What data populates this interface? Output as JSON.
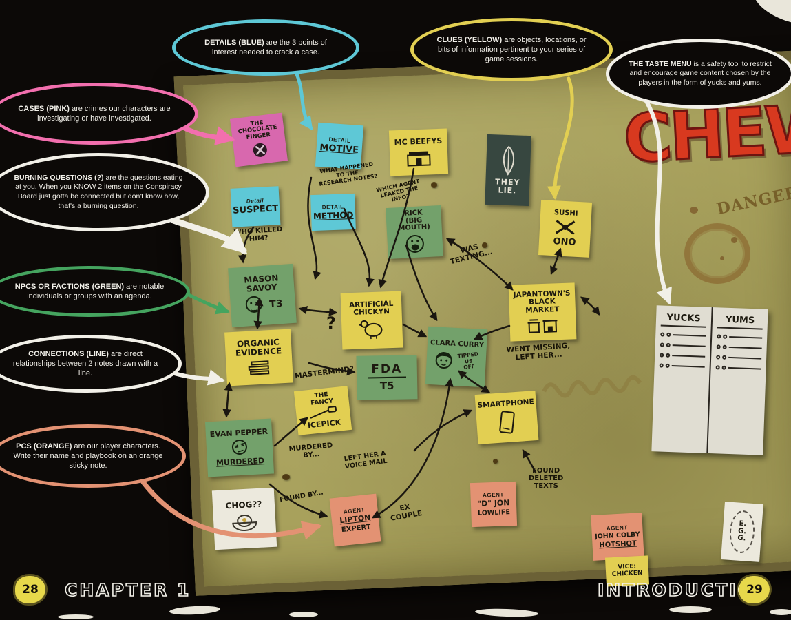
{
  "callouts": [
    {
      "name": "details",
      "lead": "DETAILS (BLUE)",
      "rest": " are the 3 points of interest needed to crack a case."
    },
    {
      "name": "clues",
      "lead": "CLUES (YELLOW)",
      "rest": " are objects, locations, or bits of information pertinent to your series of game sessions."
    },
    {
      "name": "taste_menu",
      "lead": "THE TASTE MENU",
      "rest": " is a safety tool to restrict and encourage game content chosen by the players in the form of yucks and yums."
    },
    {
      "name": "cases",
      "lead": "CASES (PINK)",
      "rest": " are crimes our characters are investigating or have investigated."
    },
    {
      "name": "burning_questions",
      "lead": "BURNING QUESTIONS (?)",
      "rest": " are the questions eating at you. When you KNOW 2 items on the Conspiracy Board just gotta be connected but don't know how, that's a burning question."
    },
    {
      "name": "npcs",
      "lead": "NPCS OR FACTIONS (GREEN)",
      "rest": " are notable individuals or groups with an agenda."
    },
    {
      "name": "connections",
      "lead": "CONNECTIONS (LINE)",
      "rest": " are direct relationships between 2 notes drawn with a line."
    },
    {
      "name": "pcs",
      "lead": "PCS (ORANGE)",
      "rest": " are our player characters. Write their name and playbook on an orange sticky note."
    }
  ],
  "board": {
    "logo": "CHEW",
    "danger": "DANGER"
  },
  "notes": {
    "chocolate_finger": {
      "title": "THE\nCHOCOLATE\nFINGER"
    },
    "motive": {
      "label": "DETAIL",
      "title": "MOTIVE"
    },
    "suspect": {
      "label": "Detail",
      "title": "SUSPECT"
    },
    "method": {
      "label": "DETAIL",
      "title": "METHOD"
    },
    "mc_beefys": {
      "title": "MC BEEFYS"
    },
    "they_lie": {
      "title": "THEY\nLIE."
    },
    "sushi_ono": {
      "title": "SUSHI",
      "subtitle": "ONO"
    },
    "rick": {
      "title": "RICK\n(BIG MOUTH)"
    },
    "mason_savoy": {
      "title": "MASON\nSAVOY",
      "badge": "T3"
    },
    "artificial_chickyn": {
      "title": "ARTIFICIAL\nCHICKYN"
    },
    "japantown": {
      "title": "JAPANTOWN'S\nBLACK\nMARKET"
    },
    "organic_evidence": {
      "title": "ORGANIC\nEVIDENCE"
    },
    "clara_curry": {
      "title": "CLARA CURRY",
      "extra": "TIPPED\nUS\nOFF"
    },
    "fda": {
      "title": "FDA",
      "badge": "T5"
    },
    "icepick": {
      "title": "THE\nFANCY",
      "subtitle": "ICEPICK"
    },
    "smartphone": {
      "title": "SMARTPHONE"
    },
    "evan_pepper": {
      "title": "EVAN PEPPER",
      "subtitle": "MURDERED"
    },
    "chog": {
      "title": "CHOG??"
    },
    "agent_lipton": {
      "label": "AGENT",
      "title": "LIPTON",
      "subtitle": "EXPERT"
    },
    "agent_d_jon": {
      "label": "AGENT",
      "title": "\"D\" JON",
      "subtitle": "LOWLIFE"
    },
    "agent_john_colby": {
      "label": "AGENT",
      "title": "JOHN COLBY",
      "subtitle": "HOTSHOT"
    },
    "vice_chicken": {
      "title": "VICE:\nCHICKEN"
    },
    "egg_poster": {
      "title": "E.\nG.\nG."
    }
  },
  "annotations": [
    {
      "text": "WHO KILLED\nHIM?"
    },
    {
      "text": "WHAT HAPPENED\nTO THE\nRESEARCH NOTES?"
    },
    {
      "text": "WHICH AGENT\nLEAKED THE\nINFO?"
    },
    {
      "text": "WAS\nTEXTING..."
    },
    {
      "text": "WENT MISSING,\nLEFT HER..."
    },
    {
      "text": "MASTERMIND?"
    },
    {
      "text": "MURDERED\nBY..."
    },
    {
      "text": "LEFT HER A\nVOICE MAIL"
    },
    {
      "text": "FOUND BY..."
    },
    {
      "text": "EX\nCOUPLE"
    },
    {
      "text": "FOUND\nDELETED\nTEXTS"
    },
    {
      "text": "?"
    }
  ],
  "taste_menu": {
    "left_header": "YUCKS",
    "right_header": "YUMS"
  },
  "footer": {
    "left_page": "28",
    "chapter": "CHAPTER 1",
    "section": "INTRODUCTION",
    "right_page": "29"
  }
}
